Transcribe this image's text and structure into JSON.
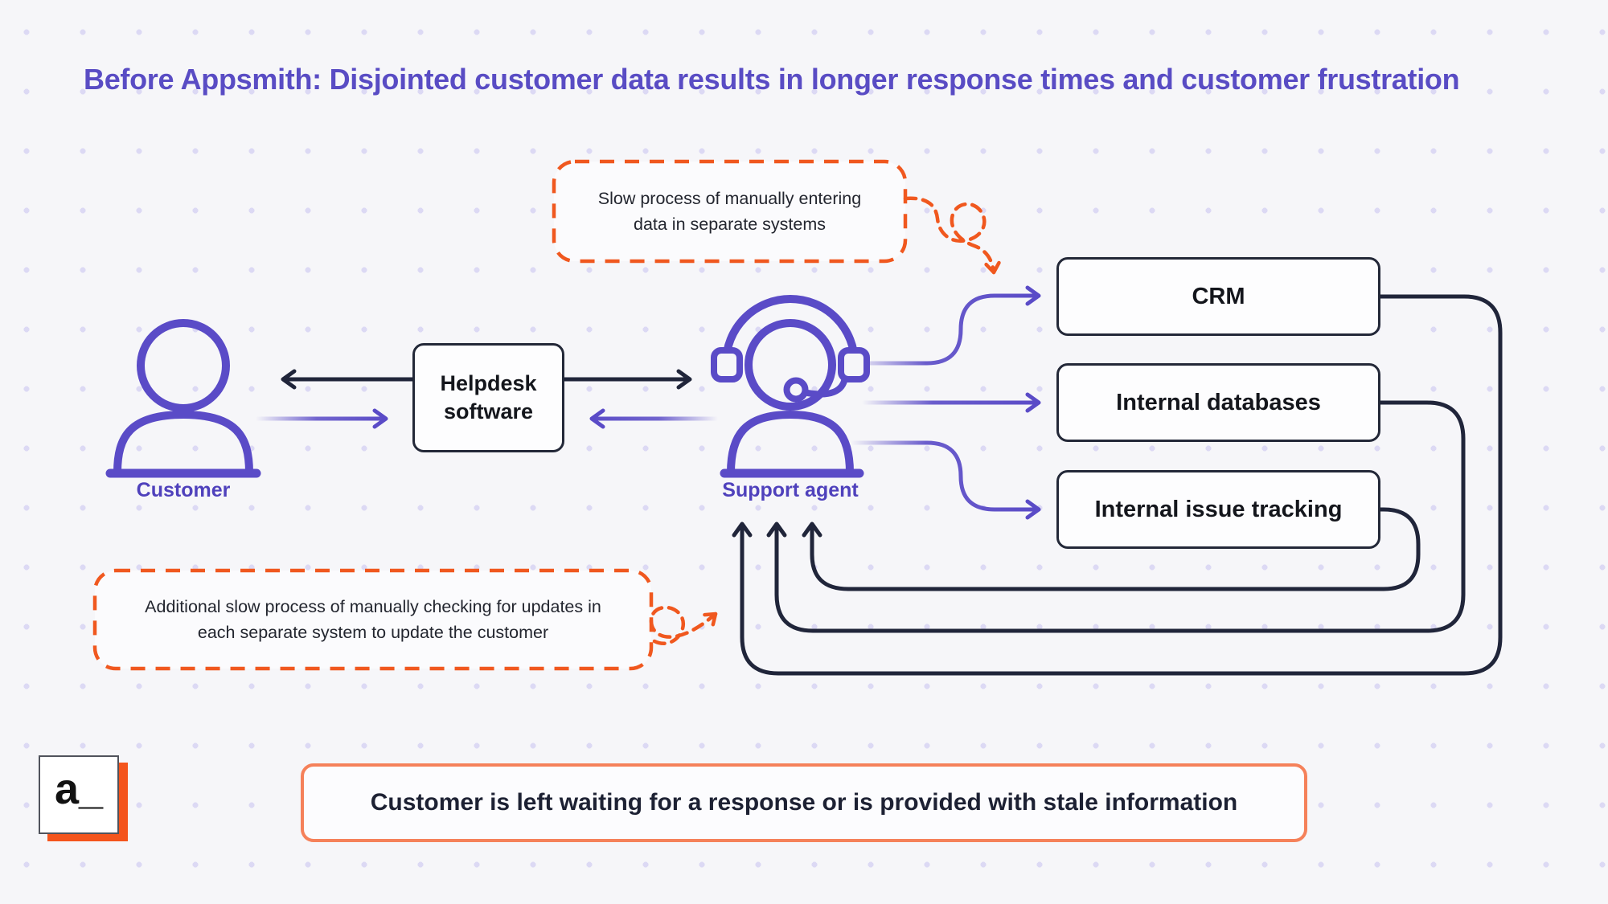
{
  "title": "Before Appsmith: Disjointed customer data results in longer response times and customer frustration",
  "actors": {
    "customer": {
      "label": "Customer"
    },
    "agent": {
      "label": "Support agent"
    }
  },
  "helpdesk": {
    "label": "Helpdesk software"
  },
  "systems": [
    {
      "label": "CRM"
    },
    {
      "label": "Internal databases"
    },
    {
      "label": "Internal issue tracking"
    }
  ],
  "callouts": {
    "entering": "Slow process of manually entering data in separate systems",
    "checking": "Additional slow process of manually checking for updates in each separate system to update the customer"
  },
  "banner": {
    "text": "Customer is left waiting for a response or is provided with stale information"
  },
  "logo": {
    "text": "a_"
  },
  "colors": {
    "purple": "#5A4BC7",
    "purple_label": "#4F41BC",
    "orange_dash": "#F0581F",
    "banner_border": "#F5815A",
    "ink": "#20253A",
    "background": "#F6F6F9"
  }
}
